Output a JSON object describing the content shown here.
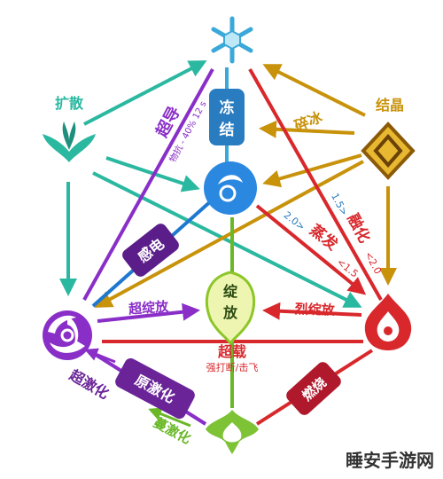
{
  "elements": {
    "cryo": "",
    "anemo": "扩散",
    "geo": "结晶",
    "hydro": "",
    "dendro": "",
    "electro": "",
    "pyro": "",
    "dendro_bottom": ""
  },
  "reactions": {
    "freeze": "冻结",
    "superconduct": "超导",
    "superconduct_note": "物抗 - 40% 12 s",
    "shatter": "碎冰",
    "electro_charged": "感电",
    "melt": "融化",
    "melt_note_a": "1.5>",
    "melt_note_b": "<2.0",
    "vaporize": "蒸发",
    "vaporize_note_a": "2.0>",
    "vaporize_note_b": "<1.5",
    "bloom": "绽放",
    "hyperbloom": "超绽放",
    "burgeon": "烈绽放",
    "overloaded": "超载",
    "overloaded_note": "强打断/击飞",
    "quicken": "原激化",
    "aggravate": "超激化",
    "spread": "蔓激化",
    "burning": "燃烧"
  },
  "watermark": "睡安手游网",
  "colors": {
    "cryo": "#3aa8d8",
    "anemo": "#2ab8a0",
    "geo": "#c8920a",
    "hydro": "#1e78d0",
    "dendro": "#6ab828",
    "electro": "#8a2ec8",
    "pyro": "#d8282c"
  }
}
